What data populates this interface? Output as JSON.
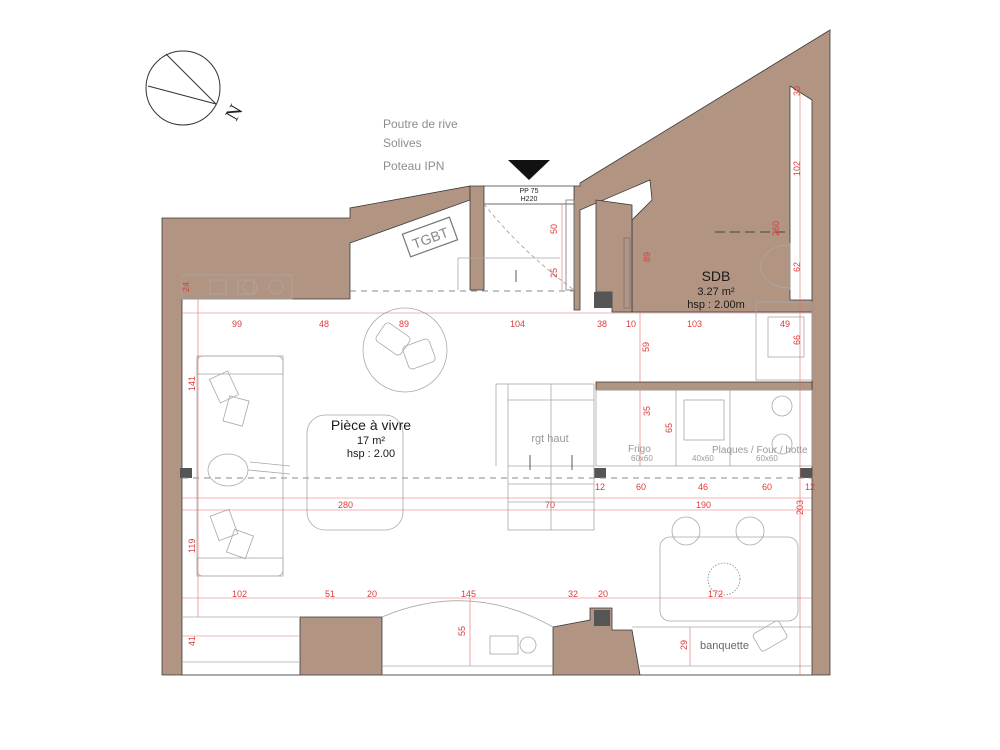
{
  "legend": {
    "poutre": "Poutre de rive",
    "solives": "Solives",
    "poteau": "Poteau IPN"
  },
  "compass_letter": "N",
  "door": {
    "label1": "PP 75",
    "label2": "H220"
  },
  "tgbt": "TGBT",
  "rooms": {
    "sdb": {
      "name": "SDB",
      "area": "3.27 m²",
      "hsp": "hsp : 2.00m"
    },
    "living": {
      "name": "Pièce à vivre",
      "area": "17 m²",
      "hsp": "hsp : 2.00"
    }
  },
  "stairs": "rgt haut",
  "appliances": {
    "frigo": "Frigo",
    "frigo_size": "60x60",
    "dish_size": "40x60",
    "plaques": "Plaques / Four / hotte",
    "plaques_size": "60x60"
  },
  "banquette": "banquette",
  "dims": {
    "d24": "24",
    "d99": "99",
    "d48": "48",
    "d89a": "89",
    "d104": "104",
    "d38": "38",
    "d10": "10",
    "d103": "103",
    "d49": "49",
    "d50": "50",
    "d25": "25",
    "d89b": "89",
    "d30": "30",
    "d102": "102",
    "d260": "260",
    "d62": "62",
    "d59": "59",
    "d66": "66",
    "d141": "141",
    "d35": "35",
    "d65": "65",
    "d12a": "12",
    "d60a": "60",
    "d46": "46",
    "d60b": "60",
    "d12b": "12",
    "d280": "280",
    "d70": "70",
    "d190": "190",
    "d203": "203",
    "d119": "119",
    "d102b": "102",
    "d51": "51",
    "d20a": "20",
    "d145": "145",
    "d32": "32",
    "d20b": "20",
    "d172": "172",
    "d41": "41",
    "d55": "55",
    "d29": "29"
  }
}
